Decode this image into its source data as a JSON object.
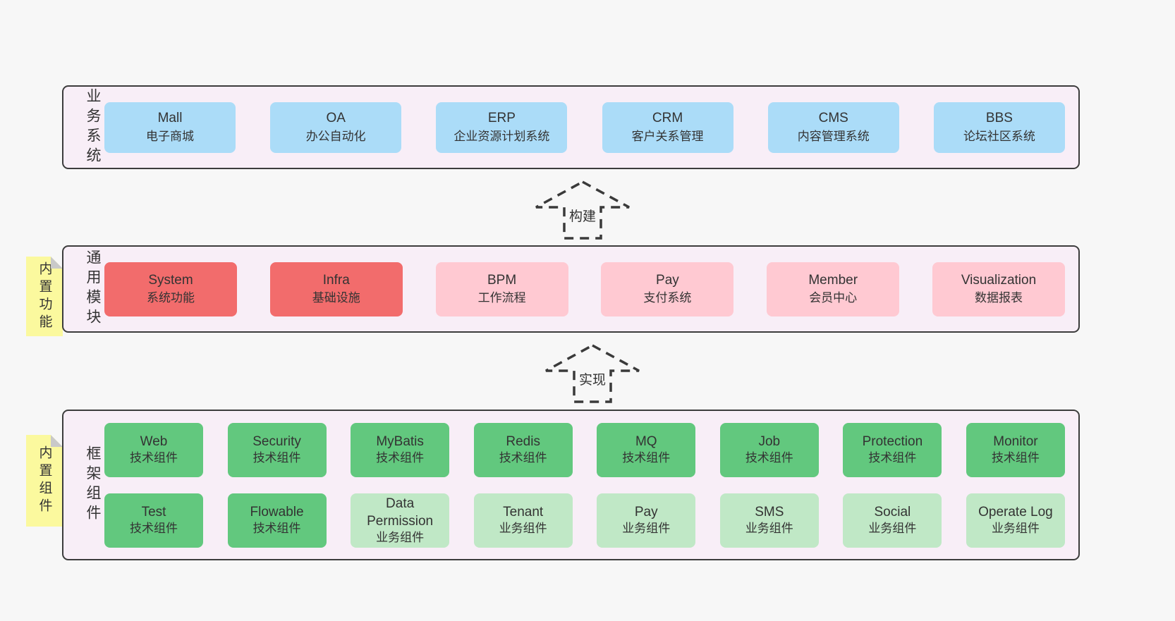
{
  "colors": {
    "page_bg": "#f7f7f7",
    "band_bg": "#f8eef7",
    "band_border": "#3c3c3c",
    "blue": "#abdcf8",
    "red": "#f26c6c",
    "pink": "#ffc9d2",
    "green_dark": "#62c87e",
    "green_light": "#c0e8c6",
    "note_bg": "#fbf99e",
    "note_fold": "#c9c9c9",
    "text": "#333333"
  },
  "bands": {
    "business": {
      "label": "业务系统",
      "boxes": [
        {
          "en": "Mall",
          "zh": "电子商城",
          "variant": "blue"
        },
        {
          "en": "OA",
          "zh": "办公自动化",
          "variant": "blue"
        },
        {
          "en": "ERP",
          "zh": "企业资源计划系统",
          "variant": "blue"
        },
        {
          "en": "CRM",
          "zh": "客户关系管理",
          "variant": "blue"
        },
        {
          "en": "CMS",
          "zh": "内容管理系统",
          "variant": "blue"
        },
        {
          "en": "BBS",
          "zh": "论坛社区系统",
          "variant": "blue"
        }
      ]
    },
    "modules": {
      "label": "通用模块",
      "note": "内置功能",
      "boxes": [
        {
          "en": "System",
          "zh": "系统功能",
          "variant": "red"
        },
        {
          "en": "Infra",
          "zh": "基础设施",
          "variant": "red"
        },
        {
          "en": "BPM",
          "zh": "工作流程",
          "variant": "pink"
        },
        {
          "en": "Pay",
          "zh": "支付系统",
          "variant": "pink"
        },
        {
          "en": "Member",
          "zh": "会员中心",
          "variant": "pink"
        },
        {
          "en": "Visualization",
          "zh": "数据报表",
          "variant": "pink"
        }
      ]
    },
    "framework": {
      "label": "框架组件",
      "note": "内置组件",
      "row1": [
        {
          "en": "Web",
          "zh": "技术组件",
          "variant": "green_dark"
        },
        {
          "en": "Security",
          "zh": "技术组件",
          "variant": "green_dark"
        },
        {
          "en": "MyBatis",
          "zh": "技术组件",
          "variant": "green_dark"
        },
        {
          "en": "Redis",
          "zh": "技术组件",
          "variant": "green_dark"
        },
        {
          "en": "MQ",
          "zh": "技术组件",
          "variant": "green_dark"
        },
        {
          "en": "Job",
          "zh": "技术组件",
          "variant": "green_dark"
        },
        {
          "en": "Protection",
          "zh": "技术组件",
          "variant": "green_dark"
        },
        {
          "en": "Monitor",
          "zh": "技术组件",
          "variant": "green_dark"
        }
      ],
      "row2": [
        {
          "en": "Test",
          "zh": "技术组件",
          "variant": "green_dark"
        },
        {
          "en": "Flowable",
          "zh": "技术组件",
          "variant": "green_dark"
        },
        {
          "en": "Data Permission",
          "zh": "业务组件",
          "variant": "green_light"
        },
        {
          "en": "Tenant",
          "zh": "业务组件",
          "variant": "green_light"
        },
        {
          "en": "Pay",
          "zh": "业务组件",
          "variant": "green_light"
        },
        {
          "en": "SMS",
          "zh": "业务组件",
          "variant": "green_light"
        },
        {
          "en": "Social",
          "zh": "业务组件",
          "variant": "green_light"
        },
        {
          "en": "Operate Log",
          "zh": "业务组件",
          "variant": "green_light"
        }
      ]
    }
  },
  "arrows": {
    "build": "构建",
    "implement": "实现"
  }
}
